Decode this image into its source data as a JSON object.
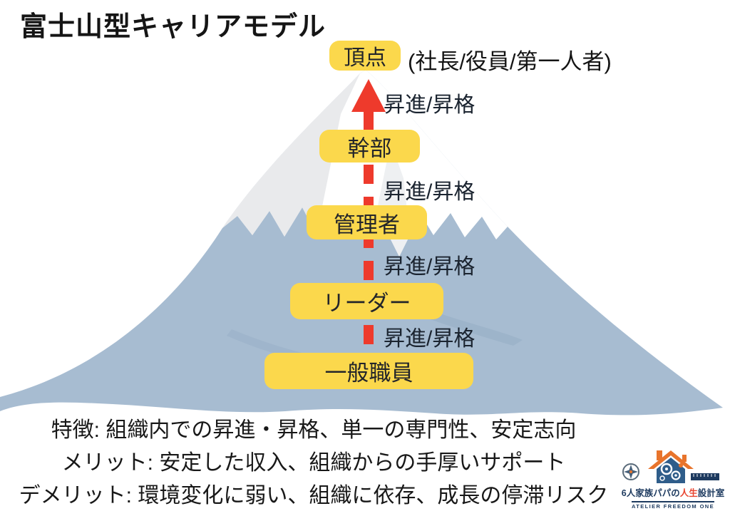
{
  "title": "富士山型キャリアモデル",
  "diagram": {
    "peak": {
      "label": "頂点",
      "annotation": "(社長/役員/第一人者)"
    },
    "promotion_label": "昇進/昇格",
    "levels": [
      {
        "label": "幹部"
      },
      {
        "label": "管理者"
      },
      {
        "label": "リーダー"
      },
      {
        "label": "一般職員"
      }
    ]
  },
  "notes": [
    "特徴: 組織内での昇進・昇格、単一の専門性、安定志向",
    "メリット: 安定した収入、組織からの手厚いサポート",
    "デメリット: 環境変化に弱い、組織に依存、成長の停滞リスク"
  ],
  "logo": {
    "line1_prefix": "6人家族パパの",
    "line1_highlight": "人生",
    "line1_suffix": "設計室",
    "line2": "ATELIER FREEDOM ONE"
  },
  "colors": {
    "box_fill": "#FBD84C",
    "arrow_red": "#EE3A2C",
    "mountain_blue": "#A7BCD1",
    "snow_white": "#FFFFFF",
    "snow_shade": "#E9EAEC",
    "text_dark": "#1B2430",
    "logo_navy": "#1D3A5F",
    "logo_orange": "#E8742C"
  }
}
